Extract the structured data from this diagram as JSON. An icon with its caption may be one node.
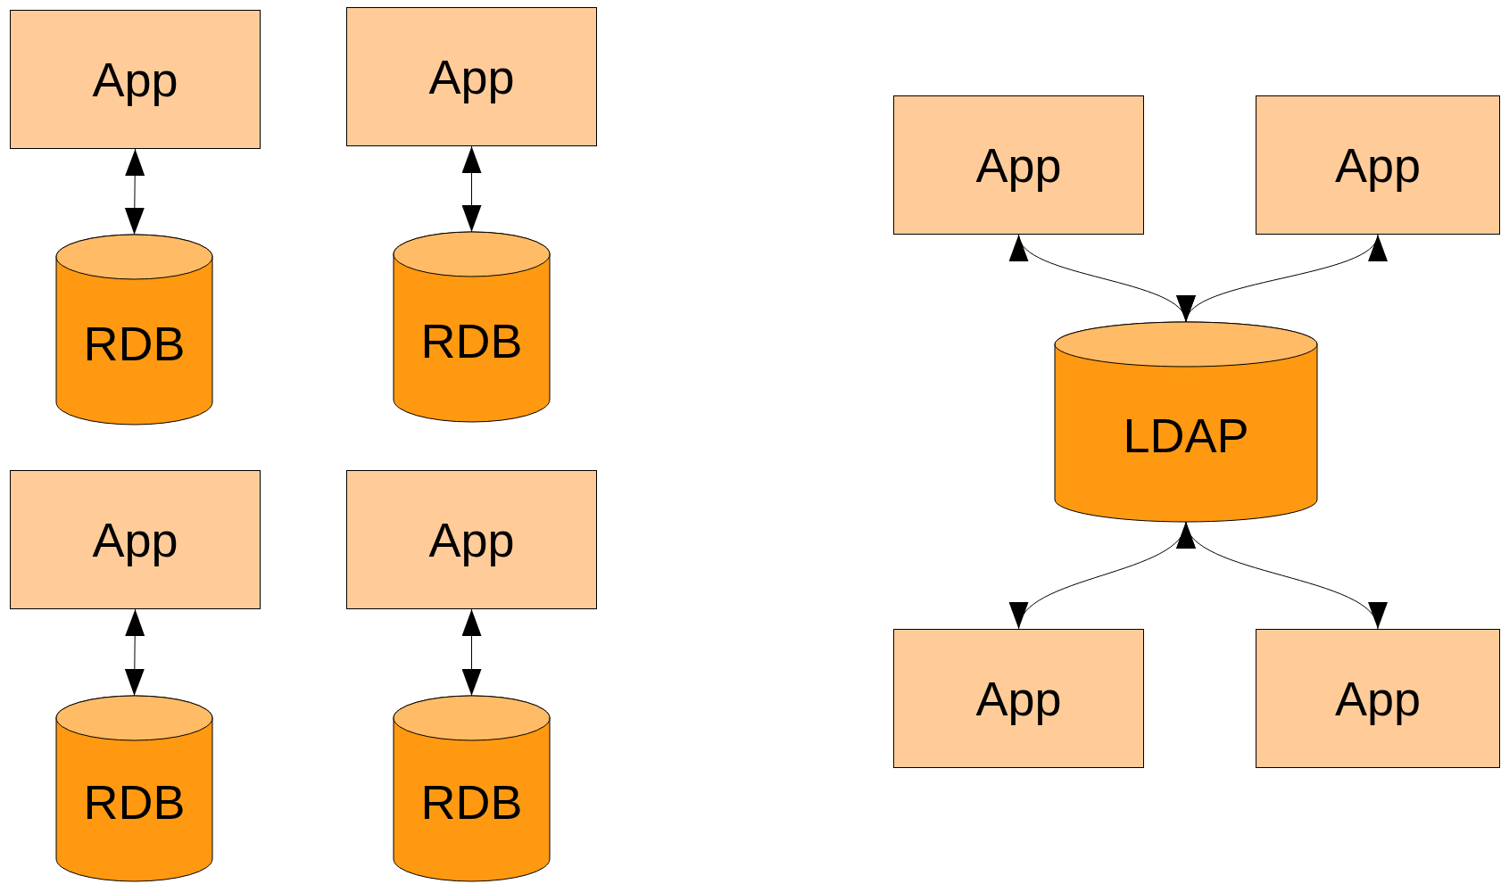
{
  "diagram": {
    "nodes": [
      {
        "text": [
          "App"
        ]
      },
      {
        "text": [
          "App"
        ]
      },
      {
        "text": [
          "RDB"
        ]
      },
      {
        "text": [
          "RDB"
        ]
      },
      {
        "text": [
          "App"
        ]
      },
      {
        "text": [
          "App"
        ]
      },
      {
        "text": [
          "RDB"
        ]
      },
      {
        "text": [
          "RDB"
        ]
      },
      {
        "text": [
          "App"
        ]
      },
      {
        "text": [
          "App"
        ]
      },
      {
        "text": [
          "LDAP"
        ]
      },
      {
        "text": [
          "App"
        ]
      },
      {
        "text": [
          "App"
        ]
      }
    ],
    "edges": [
      {
        "from": 0,
        "to": 2,
        "arrow": "both"
      },
      {
        "from": 1,
        "to": 3,
        "arrow": "both"
      },
      {
        "from": 4,
        "to": 6,
        "arrow": "both"
      },
      {
        "from": 5,
        "to": 7,
        "arrow": "both"
      },
      {
        "from": 10,
        "to": 8,
        "arrow": "both"
      },
      {
        "from": 10,
        "to": 9,
        "arrow": "both"
      },
      {
        "from": 10,
        "to": 11,
        "arrow": "both"
      },
      {
        "from": 10,
        "to": 12,
        "arrow": "both"
      }
    ]
  }
}
